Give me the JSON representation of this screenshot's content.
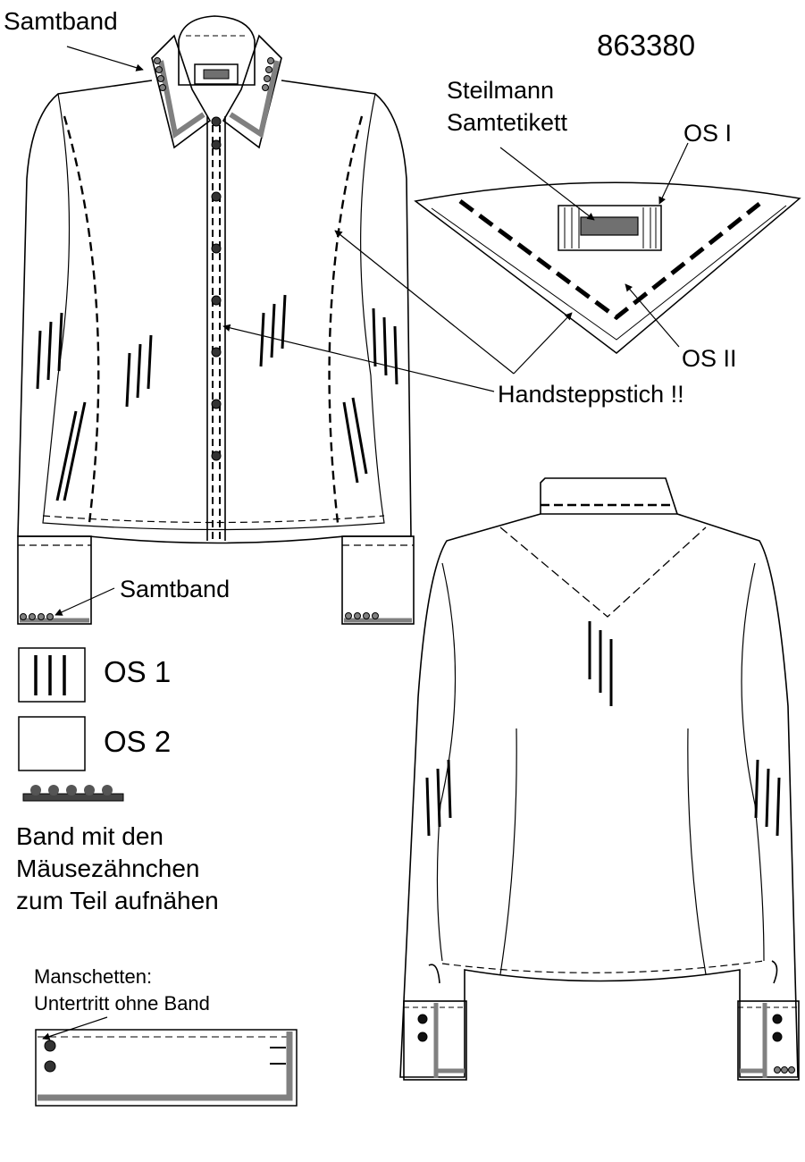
{
  "article_number": "863380",
  "labels": {
    "samtband_collar": "Samtband",
    "samtband_cuff": "Samtband",
    "steilmann": "Steilmann",
    "samtetikett": "Samtetikett",
    "os_i": "OS I",
    "os_ii": "OS II",
    "handsteppstich": "Handsteppstich !!"
  },
  "legend": {
    "os1": "OS 1",
    "os2": "OS 2",
    "band_line1": "Band mit den",
    "band_line2": "Mäusezähnchen",
    "band_line3": "zum Teil aufnähen"
  },
  "cuff_note": {
    "line1": "Manschetten:",
    "line2": "Untertritt ohne Band"
  },
  "colors": {
    "line": "#000000",
    "velvet_band": "#808080",
    "label_fill": "#707070"
  }
}
